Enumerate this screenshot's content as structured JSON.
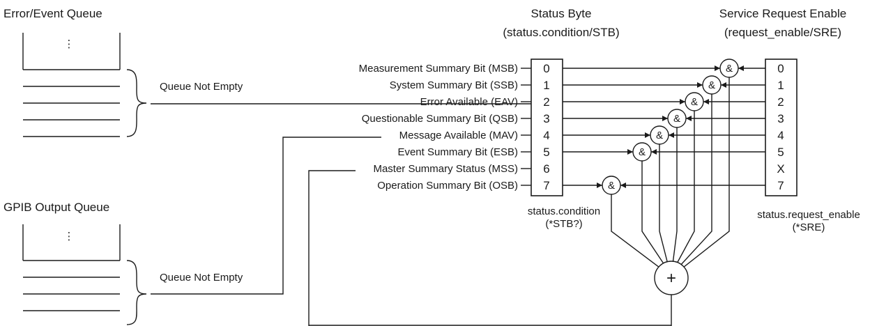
{
  "queues": {
    "error_event": {
      "title": "Error/Event Queue",
      "ellipsis": "⋮",
      "label": "Queue Not Empty"
    },
    "gpib_output": {
      "title": "GPIB Output Queue",
      "ellipsis": "⋮",
      "label": "Queue Not Empty"
    }
  },
  "status_byte": {
    "title_line1": "Status Byte",
    "title_line2": "(status.condition/STB)",
    "caption_line1": "status.condition",
    "caption_line2": "(*STB?)",
    "bits": [
      {
        "num": "0",
        "name": "Measurement Summary Bit (MSB)"
      },
      {
        "num": "1",
        "name": "System Summary Bit (SSB)"
      },
      {
        "num": "2",
        "name": "Error Available (EAV)"
      },
      {
        "num": "3",
        "name": "Questionable Summary Bit (QSB)"
      },
      {
        "num": "4",
        "name": "Message Available (MAV)"
      },
      {
        "num": "5",
        "name": "Event Summary Bit (ESB)"
      },
      {
        "num": "6",
        "name": "Master Summary Status (MSS)"
      },
      {
        "num": "7",
        "name": "Operation Summary Bit (OSB)"
      }
    ]
  },
  "service_request_enable": {
    "title_line1": "Service Request Enable",
    "title_line2": "(request_enable/SRE)",
    "caption_line1": "status.request_enable",
    "caption_line2": "(*SRE)",
    "bits": [
      "0",
      "1",
      "2",
      "3",
      "4",
      "5",
      "X",
      "7"
    ]
  },
  "symbols": {
    "and_gate": "&",
    "or_gate": "+"
  }
}
